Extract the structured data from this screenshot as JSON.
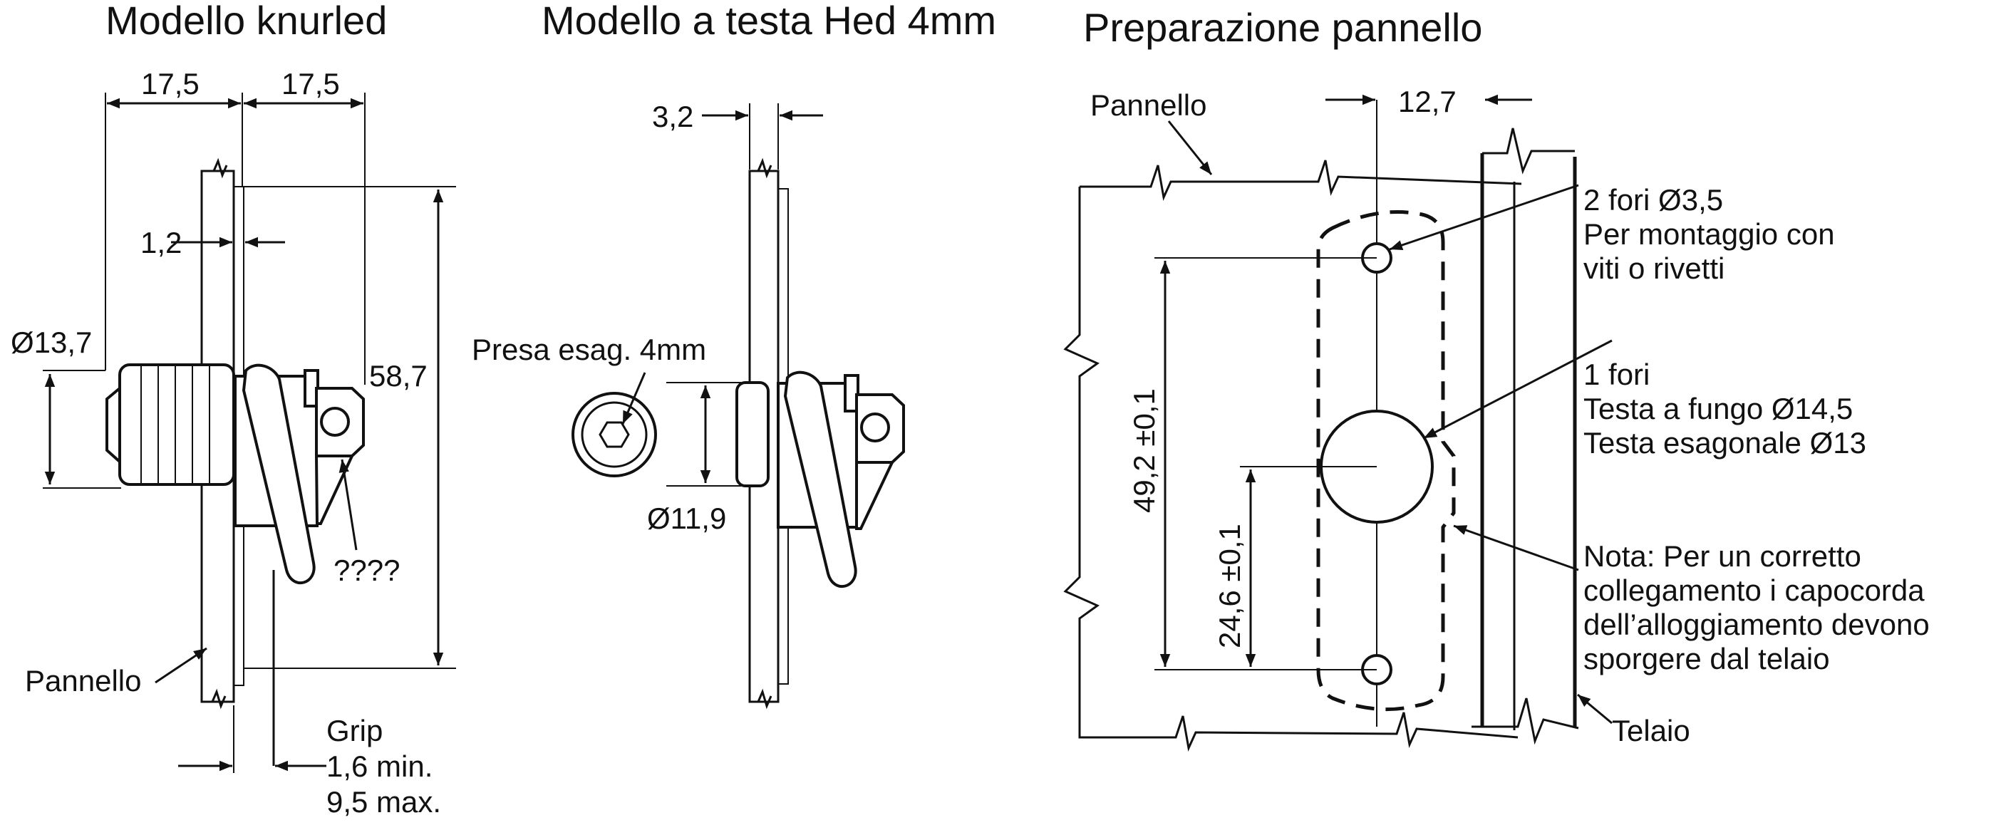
{
  "titles": {
    "knurled": "Modello knurled",
    "hed": "Modello a testa Hed 4mm",
    "panel_prep": "Preparazione pannello"
  },
  "knurled": {
    "dim_left": "17,5",
    "dim_right": "17,5",
    "dim_thickness": "1,2",
    "dim_knob_dia": "Ø13,7",
    "dim_height": "58,7",
    "unknown": "????",
    "panel": "Pannello",
    "grip_title": "Grip",
    "grip_min": "1,6 min.",
    "grip_max": "9,5 max."
  },
  "hed": {
    "dim_panel": "3,2",
    "hex_socket": "Presa esag. 4mm",
    "dim_head_dia": "Ø11,9"
  },
  "panel_prep": {
    "panel": "Pannello",
    "dim_offset": "12,7",
    "holes_small_1": "2 fori Ø3,5",
    "holes_small_2": "Per montaggio con",
    "holes_small_3": "viti o rivetti",
    "hole_big_1": "1 fori",
    "hole_big_2": "Testa a fungo Ø14,5",
    "hole_big_3": "Testa esagonale Ø13",
    "dim_outer": "49,2 ±0,1",
    "dim_inner": "24,6 ±0,1",
    "note_1": "Nota: Per un corretto",
    "note_2": "collegamento i capocorda",
    "note_3": "dell’alloggiamento devono",
    "note_4": "sporgere dal telaio",
    "frame": "Telaio"
  }
}
